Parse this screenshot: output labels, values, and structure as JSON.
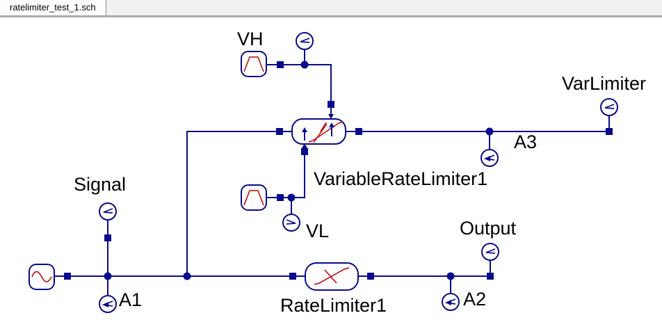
{
  "tab": {
    "title": "ratelimiter_test_1.sch"
  },
  "schematic": {
    "component_labels": {
      "rate_limiter": "RateLimiter1",
      "variable_rate_limiter": "VariableRateLimiter1"
    },
    "probe_labels": {
      "vh": "VH",
      "vl": "VL",
      "signal": "Signal",
      "output": "Output",
      "var_limiter": "VarLimiter",
      "a1": "A1",
      "a2": "A2",
      "a3": "A3"
    },
    "colors": {
      "wire": "#0a0a8c",
      "symbol_red": "#c00000",
      "text": "#000000",
      "canvas": "#ffffff",
      "tab_bar": "#f1f1f1"
    }
  }
}
